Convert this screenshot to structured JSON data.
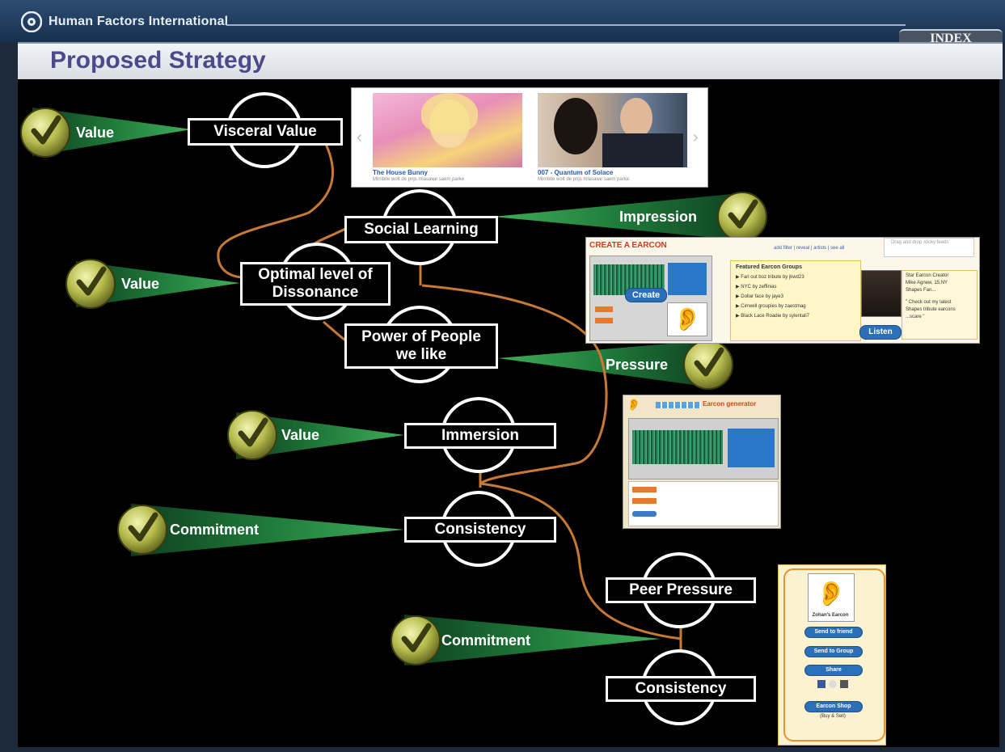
{
  "header": {
    "brand": "Human Factors International",
    "index_label": "INDEX",
    "title": "Proposed Strategy"
  },
  "nodes": {
    "visceral_value": "Visceral Value",
    "social_learning": "Social Learning",
    "optimal_dissonance_1": "Optimal level  of",
    "optimal_dissonance_2": "Dissonance",
    "power_people_1": "Power of People",
    "power_people_2": "we like",
    "immersion": "Immersion",
    "consistency_1": "Consistency",
    "peer_pressure": "Peer Pressure",
    "consistency_2": "Consistency"
  },
  "callouts": {
    "value_1": "Value",
    "impression": "Impression",
    "value_2": "Value",
    "pressure": "Pressure",
    "value_3": "Value",
    "commitment_1": "Commitment",
    "commitment_2": "Commitment"
  },
  "colors": {
    "callout_green": "#1f7a3a",
    "connector": "#c87a35",
    "title": "#4b4a8a"
  },
  "movies": {
    "item1_title": "The House Bunny",
    "item1_desc": "Mirribite wolt de pnjs mlasawe saem parke",
    "item2_title": "007 - Quantum of Solace",
    "item2_desc": "Mirribite wolt de pnjs mlasawe saem parke"
  },
  "earcon_create": {
    "heading": "CREATE A EARCON",
    "nav": "add filter  |  reveal  |  artists  |  see all",
    "search_hint": "Drag and drop sticky feeds",
    "create_btn": "Create",
    "groups_title": "Featured Earcon Groups",
    "groups": [
      "Farl out boz tribute by jkwd23",
      "NYC by zeffinias",
      "Dollar face by jaye3",
      "Cirrwell groupies by zaestmag",
      "Black Lace Roadie by sylentali7"
    ],
    "profile_text_1": "Star Earcon Creator",
    "profile_text_2": "Mike Agnew, 15,NY",
    "profile_text_3": "Shapes Fan...",
    "profile_text_4": "\" Check out my latest",
    "profile_text_5": "Shapes tribute earcons",
    "profile_text_6": "...scare \"",
    "listen_btn": "Listen"
  },
  "generator": {
    "title": "Earcon generator"
  },
  "share_panel": {
    "caption": "Zohan's Earcon",
    "buttons": [
      "Send to friend",
      "Send to Group",
      "Share"
    ],
    "shop_btn": "Earcon Shop",
    "shop_sub": "(Buy & Sell)"
  }
}
